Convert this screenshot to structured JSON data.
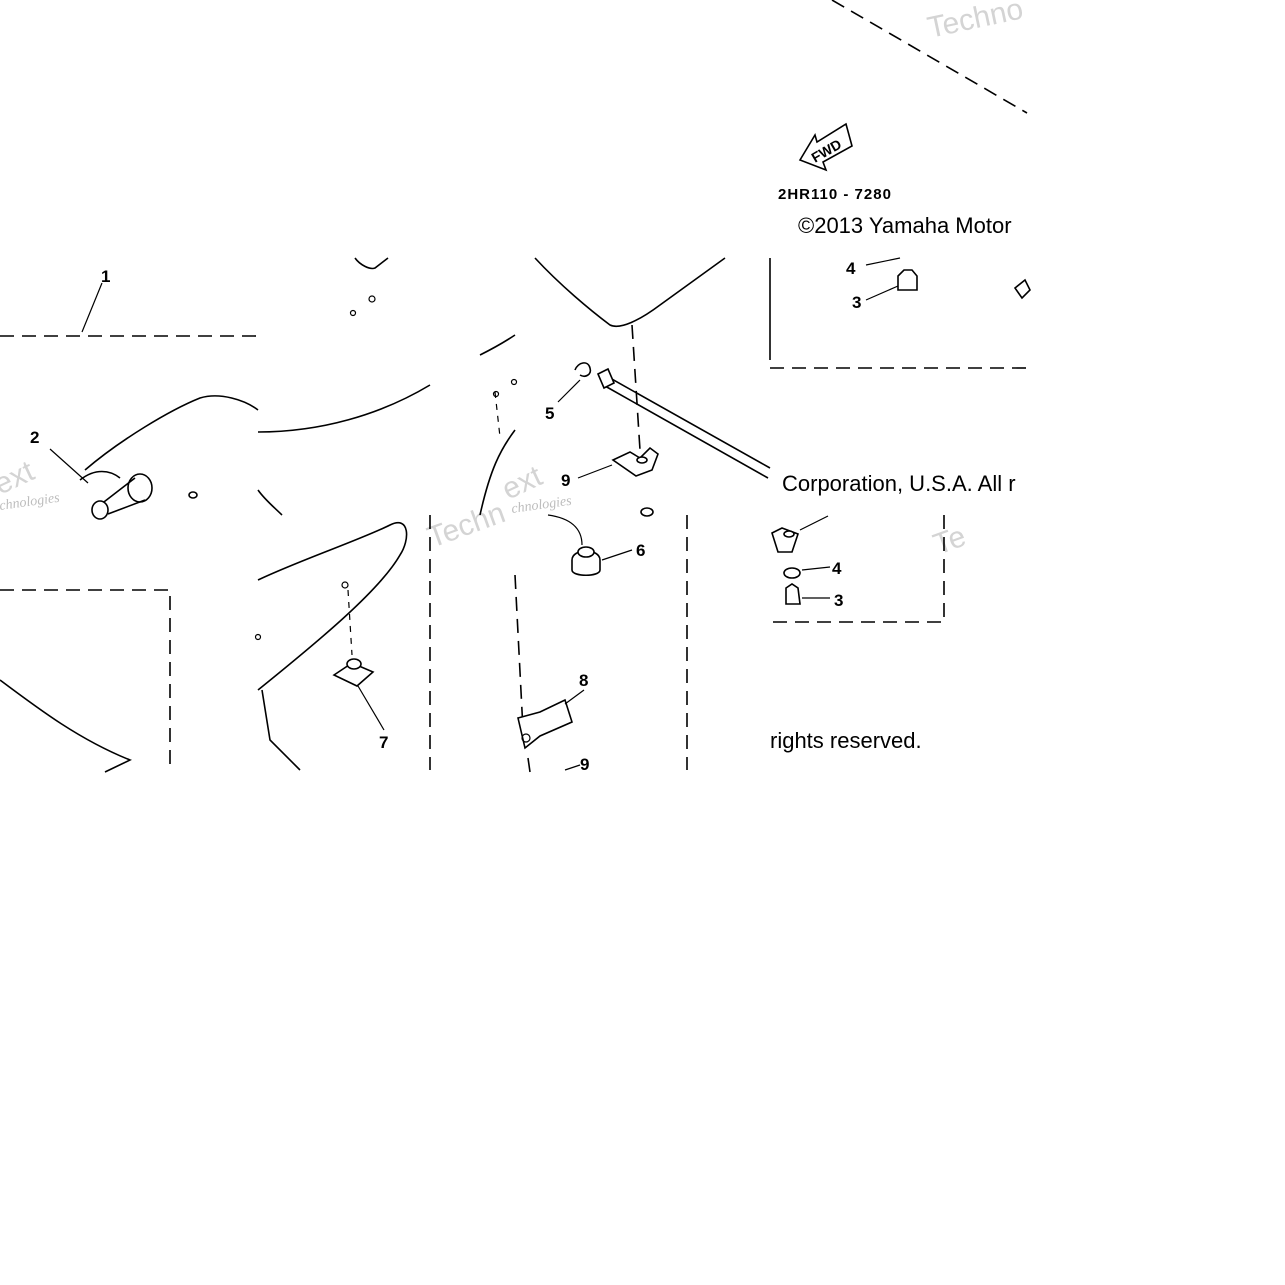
{
  "diagram": {
    "part_code": "2HR110 - 7280",
    "direction_label": "FWD",
    "copyright_lines": [
      "©2013 Yamaha Motor",
      "Corporation, U.S.A. All r",
      "rights reserved."
    ],
    "watermarks": [
      "Techno",
      "ext",
      "chnologies",
      "Techn",
      "ext",
      "chnologies",
      "Te"
    ],
    "callouts": [
      {
        "id": "c1",
        "label": "1"
      },
      {
        "id": "c2",
        "label": "2"
      },
      {
        "id": "c3a",
        "label": "3"
      },
      {
        "id": "c4a",
        "label": "4"
      },
      {
        "id": "c5",
        "label": "5"
      },
      {
        "id": "c9a",
        "label": "9"
      },
      {
        "id": "c6",
        "label": "6"
      },
      {
        "id": "c4b",
        "label": "4"
      },
      {
        "id": "c3b",
        "label": "3"
      },
      {
        "id": "c8",
        "label": "8"
      },
      {
        "id": "c7",
        "label": "7"
      },
      {
        "id": "c9b",
        "label": "9"
      }
    ]
  }
}
